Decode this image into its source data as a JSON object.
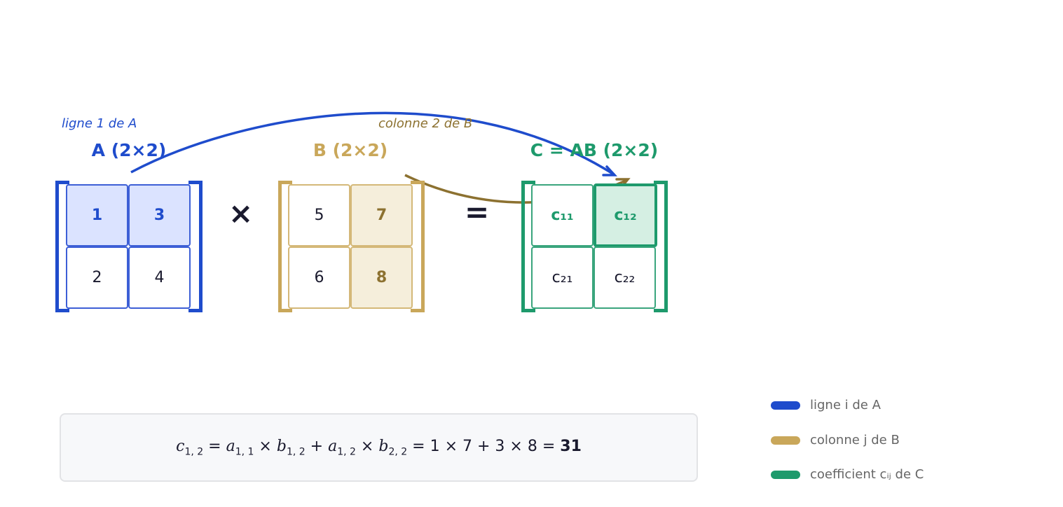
{
  "colors": {
    "a": "#1f4ccc",
    "a_fill": "#dbe3ff",
    "b": "#c9a75a",
    "b_dark": "#8c7130",
    "b_fill": "#f5eedb",
    "c": "#1e9a6c",
    "c_fill": "#d5efe3",
    "text": "#1a1a2e"
  },
  "annotations": {
    "row_label": "ligne 1 de A",
    "col_label": "colonne 2 de B"
  },
  "matrices": {
    "A": {
      "title": "A (2×2)",
      "cells": [
        "1",
        "3",
        "2",
        "4"
      ],
      "highlight_row": 1
    },
    "B": {
      "title": "B (2×2)",
      "cells": [
        "5",
        "7",
        "6",
        "8"
      ],
      "highlight_col": 2
    },
    "C": {
      "title": "C = AB (2×2)",
      "cells": [
        "c₁₁",
        "c₁₂",
        "c₂₁",
        "c₂₂"
      ],
      "highlight_cell": "c12"
    }
  },
  "operators": {
    "times": "×",
    "equals": "="
  },
  "formula": {
    "lhs": "c",
    "lhs_sub": "1, 2",
    "t1a": "a",
    "t1a_sub": "1, 1",
    "t1b": "b",
    "t1b_sub": "1, 2",
    "t2a": "a",
    "t2a_sub": "1, 2",
    "t2b": "b",
    "t2b_sub": "2, 2",
    "numeric": "= 1 × 7 + 3 × 8 =",
    "result": "31"
  },
  "legend": [
    {
      "label": "ligne i de A",
      "color": "#1f4ccc"
    },
    {
      "label": "colonne j de B",
      "color": "#c9a75a"
    },
    {
      "label": "coefficient cᵢⱼ de C",
      "color": "#1e9a6c"
    }
  ]
}
